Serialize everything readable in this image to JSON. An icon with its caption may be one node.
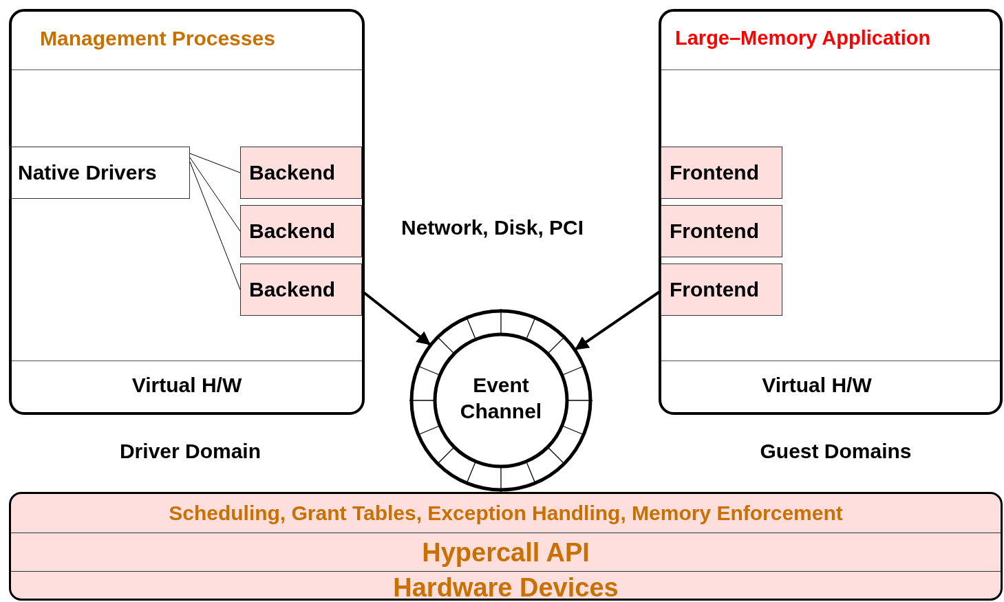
{
  "diagram": {
    "nodes": [
      {
        "text": [
          "Management Processes",
          "Virtual H/W"
        ],
        "beside": [
          "Driver Domain"
        ]
      },
      {
        "text": [
          "Native Drivers"
        ],
        "in": 0
      },
      {
        "text": [
          "Backend"
        ],
        "in": 0
      },
      {
        "text": [
          "Backend"
        ],
        "in": 0
      },
      {
        "text": [
          "Backend"
        ],
        "in": 0
      },
      {
        "text": [
          "Large–Memory Application",
          "Virtual H/W"
        ],
        "beside": [
          "Guest Domains"
        ]
      },
      {
        "text": [
          "Frontend"
        ],
        "in": 5
      },
      {
        "text": [
          "Frontend"
        ],
        "in": 5
      },
      {
        "text": [
          "Frontend"
        ],
        "in": 5
      },
      {
        "text": [
          "Event Channel"
        ]
      },
      {
        "text": [
          "Scheduling, Grant Tables, Exception Handling, Memory Enforcement",
          "Hypercall API",
          "Hardware Devices"
        ]
      }
    ],
    "edges": [
      {
        "from": 1,
        "to": 2,
        "arrow": "none"
      },
      {
        "from": 1,
        "to": 3,
        "arrow": "none"
      },
      {
        "from": 1,
        "to": 4,
        "arrow": "none"
      },
      {
        "from": 4,
        "to": 9,
        "arrow": "to",
        "style": "thick"
      },
      {
        "from": 8,
        "to": 9,
        "arrow": "to",
        "style": "thick"
      }
    ],
    "labels": [
      "Network, Disk, PCI"
    ]
  }
}
